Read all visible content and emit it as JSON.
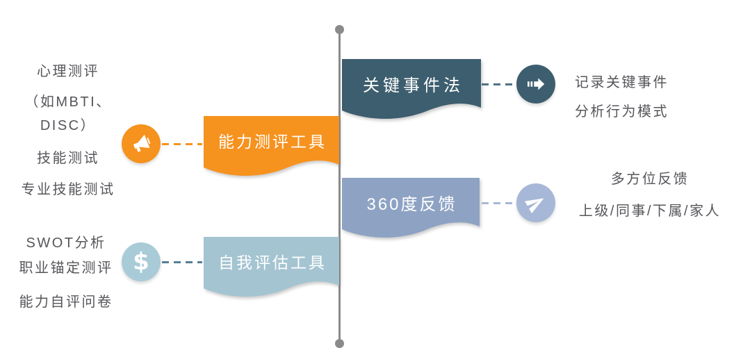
{
  "palette": {
    "orange": "#F6921E",
    "dark_teal": "#3D5E6E",
    "periwinkle": "#8EA3C3",
    "periwinkle_light": "#A7B7D7",
    "light_blue": "#A4C4D1",
    "light_blue_circle": "#A9CBD8",
    "line_gray": "#8A8A8A",
    "note_text_gray": "#55565A",
    "dash_steel_blue": "#567D93",
    "dash_teal": "#4F7284"
  },
  "branches": {
    "critical_incident": {
      "banner_label": "关键事件法",
      "banner_color": "#3D5E6E",
      "side": "right",
      "icon": "fast-forward-arrow-icon",
      "icon_color": "#3D5E6E",
      "notes": [
        "记录关键事件",
        "分析行为模式"
      ]
    },
    "ability_tools": {
      "banner_label": "能力测评工具",
      "banner_color": "#F6921E",
      "side": "left",
      "icon": "megaphone-icon",
      "icon_color": "#F6921E",
      "notes": [
        "心理测评",
        "（如MBTI、",
        "DISC）",
        "技能测试",
        "专业技能测试"
      ]
    },
    "feedback_360": {
      "banner_label": "360度反馈",
      "banner_color": "#8EA3C3",
      "side": "right",
      "icon": "paper-plane-icon",
      "icon_color": "#A7B7D7",
      "notes": [
        "多方位反馈",
        "上级/同事/下属/家人"
      ]
    },
    "self_assessment": {
      "banner_label": "自我评估工具",
      "banner_color": "#A4C4D1",
      "side": "left",
      "icon": "dollar-sign-icon",
      "icon_color": "#A9CBD8",
      "dollar_glyph": "$",
      "notes": [
        "SWOT分析",
        "职业锚定测评",
        "能力自评问卷"
      ]
    }
  }
}
